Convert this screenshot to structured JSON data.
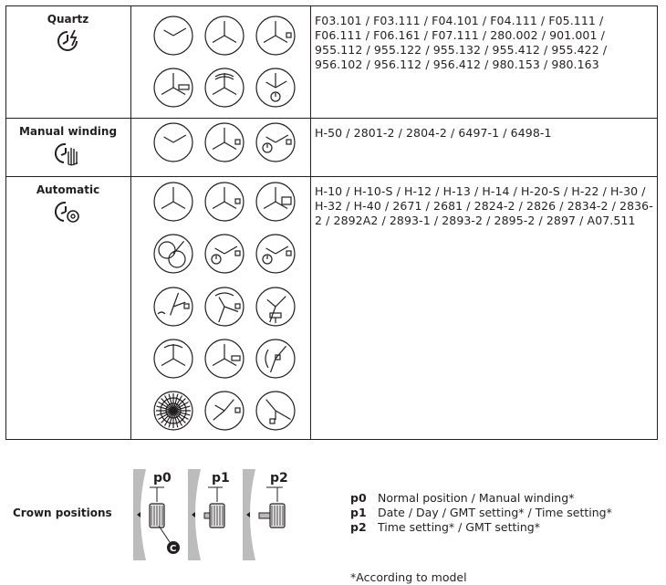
{
  "rows": [
    {
      "category": "Quartz",
      "icon": "quartz-icon",
      "calibers": "F03.101 / F03.111 / F04.101 / F04.111 / F05.111 / F06.111 / F06.161 / F07.111 / 280.002 / 901.001 / 955.112 / 955.122 / 955.132 / 955.412 / 955.422 / 956.102 / 956.112 / 956.412 / 980.153 / 980.163",
      "dials": [
        "two-hands",
        "three-hands",
        "three-hands-date",
        "three-hands-day-date",
        "three-hands-retrograde-date",
        "three-hands-small-seconds"
      ]
    },
    {
      "category": "Manual winding",
      "icon": "manual-winding-icon",
      "calibers": "H-50 / 2801-2 / 2804-2 / 6497-1 / 6498-1",
      "dials": [
        "two-hands",
        "three-hands-date",
        "two-hands-small-seconds"
      ]
    },
    {
      "category": "Automatic",
      "icon": "automatic-icon",
      "calibers": "H-10 / H-10-S / H-12 / H-13 / H-14 / H-20-S / H-22 / H-30 / H-32 / H-40 / 2671 / 2681 / 2824-2 / 2826 / 2834-2 / 2836-2 / 2892A2 / 2893-1 / 2893-2 / 2895-2 / 2897 / A07.511",
      "dials": [
        "three-hands",
        "three-hands-date",
        "three-hands-big-date",
        "world-time",
        "two-hands-small-seconds",
        "two-hands-small-seconds",
        "power-reserve-date",
        "retrograde-date",
        "gmt-date",
        "retrograde-sweep",
        "day-date",
        "gmt-dial",
        "skeleton",
        "gmt-hand",
        "pointer-date"
      ]
    }
  ],
  "crown": {
    "title": "Crown positions",
    "positions": [
      "p0",
      "p1",
      "p2"
    ],
    "marker": "C"
  },
  "legend": [
    {
      "code": "p0",
      "text": "Normal position / Manual winding*"
    },
    {
      "code": "p1",
      "text": "Date / Day / GMT setting* / Time setting*"
    },
    {
      "code": "p2",
      "text": "Time setting* / GMT setting*"
    }
  ],
  "footnote": "*According to model"
}
